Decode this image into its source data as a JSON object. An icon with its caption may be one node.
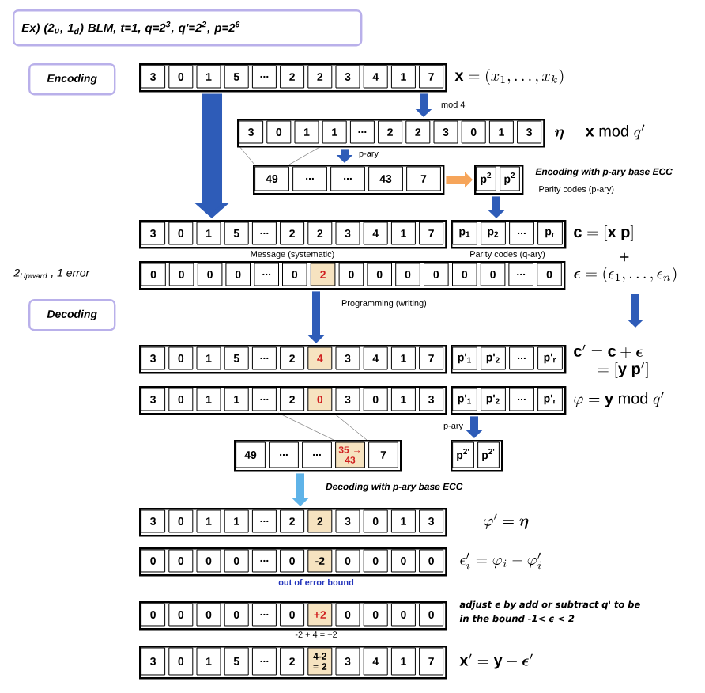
{
  "diagram": {
    "nodes": [
      {
        "text": [
          "Ex) (2$_{u}$, 1$_{d}$) BLM, t=1, q=2$^{3}$, q'=2$^{2}$, p=2$^{6}$"
        ]
      },
      {
        "text": [
          "Encoding"
        ]
      },
      {
        "text": [
          "3",
          "0",
          "1",
          "5",
          "...",
          "2",
          "2",
          "3",
          "4",
          "1",
          "7"
        ]
      },
      {
        "text": [
          "3",
          "0",
          "1",
          "1",
          "...",
          "2",
          "2",
          "3",
          "0",
          "1",
          "3"
        ]
      },
      {
        "text": [
          "49",
          "...",
          "...",
          "43",
          "7"
        ]
      },
      {
        "text": [
          "p$^{2}$",
          "p$^{2}$"
        ],
        "beside": [
          "Encoding with p-ary base ECC",
          "Parity codes (p-ary)"
        ]
      },
      {
        "text": [
          "3",
          "0",
          "1",
          "5",
          "...",
          "2",
          "2",
          "3",
          "4",
          "1",
          "7"
        ],
        "beside": [
          "Message (systematic)"
        ]
      },
      {
        "text": [
          "p$_{1}$",
          "p$_{2}$",
          "...",
          "p$_{r}$"
        ],
        "beside": [
          "Parity codes (q-ary)"
        ]
      },
      {
        "text": [
          "0",
          "0",
          "0",
          "0",
          "...",
          "0",
          "2",
          "0",
          "0",
          "0",
          "0",
          "0",
          "0",
          "...",
          "0"
        ]
      },
      {
        "text": [
          "Decoding"
        ]
      },
      {
        "text": [
          "3",
          "0",
          "1",
          "5",
          "...",
          "2",
          "4",
          "3",
          "4",
          "1",
          "7"
        ]
      },
      {
        "text": [
          "p'$_{1}$",
          "p'$_{2}$",
          "...",
          "p'$_{r}$"
        ]
      },
      {
        "text": [
          "3",
          "0",
          "1",
          "1",
          "...",
          "2",
          "0",
          "3",
          "0",
          "1",
          "3"
        ]
      },
      {
        "text": [
          "p'$_{1}$",
          "p'$_{2}$",
          "...",
          "p'$_{r}$"
        ]
      },
      {
        "text": [
          "49",
          "...",
          "...",
          "35 → 43",
          "7"
        ]
      },
      {
        "text": [
          "p$^{2'}$",
          "p$^{2'}$"
        ]
      },
      {
        "text": [
          "3",
          "0",
          "1",
          "1",
          "...",
          "2",
          "2",
          "3",
          "0",
          "1",
          "3"
        ]
      },
      {
        "text": [
          "0",
          "0",
          "0",
          "0",
          "...",
          "0",
          "-2",
          "0",
          "0",
          "0",
          "0"
        ],
        "beside": [
          "out of error bound"
        ]
      },
      {
        "text": [
          "0",
          "0",
          "0",
          "0",
          "...",
          "0",
          "+2",
          "0",
          "0",
          "0",
          "0"
        ],
        "beside": [
          "-2 + 4 = +2"
        ]
      },
      {
        "text": [
          "3",
          "0",
          "1",
          "5",
          "...",
          "2",
          "4-2 = 2",
          "3",
          "4",
          "1",
          "7"
        ]
      }
    ],
    "edges": [
      {
        "from": 2,
        "to": 3,
        "arrow": "to",
        "label": "mod 4"
      },
      {
        "from": 3,
        "to": 4,
        "arrow": "to",
        "label": "p-ary"
      },
      {
        "from": 4,
        "to": 5,
        "arrow": "to",
        "color": "#f6a55a"
      },
      {
        "from": 2,
        "to": 6,
        "arrow": "to",
        "style": "thick"
      },
      {
        "from": 5,
        "to": 7,
        "arrow": "to"
      },
      {
        "from": 8,
        "to": 10,
        "arrow": "to",
        "label": "Programming (writing)"
      },
      {
        "from": 13,
        "to": 15,
        "arrow": "to",
        "label": "p-ary"
      },
      {
        "from": 14,
        "to": 16,
        "arrow": "to",
        "label": "Decoding with p-ary base ECC",
        "color": "#5fb3e8"
      }
    ],
    "labels": [
      "\\mathbf{x}=(x_1,\\ldots,x_k)",
      "\\boldsymbol{\\eta}=\\mathbf{x}\\ \\mathrm{mod}\\ q'",
      "\\mathbf{c}=[\\mathbf{x}\\ \\mathbf{p}]",
      "+",
      "2$_{Upward}$ , 1 error",
      "\\boldsymbol{\\epsilon}=(\\epsilon_1,\\ldots,\\epsilon_n)",
      "\\mathbf{c}'=\\mathbf{c}+\\boldsymbol{\\epsilon}",
      "=[\\mathbf{y}\\ \\mathbf{p}']",
      "\\varphi=\\mathbf{y}\\ \\mathrm{mod}\\ q'",
      "\\varphi'=\\boldsymbol{\\eta}",
      "\\epsilon'_i=\\varphi_i-\\varphi'_i",
      "adjust ϵ by add or subtract q' to be in the bound -1< ϵ < 2",
      "\\mathbf{x}'=\\mathbf{y}-\\boldsymbol{\\epsilon}'"
    ]
  }
}
